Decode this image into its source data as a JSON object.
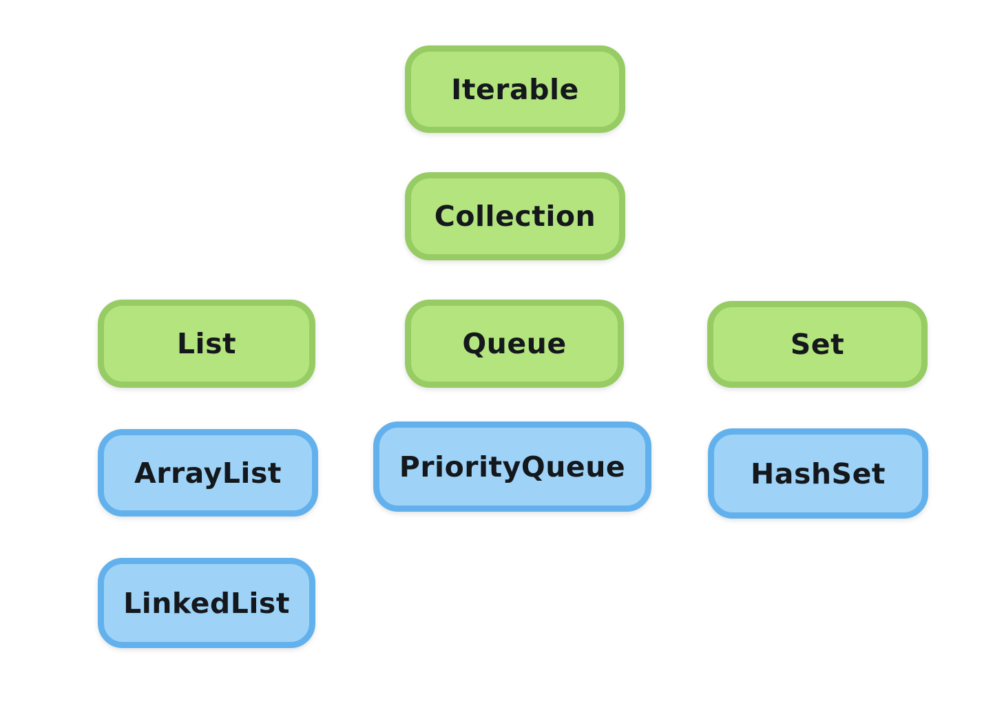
{
  "diagram": {
    "description": "Java collections hierarchy diagram with rounded rectangle nodes on a white background, no connector lines",
    "nodes": [
      {
        "label": "Iterable",
        "kind": "interface",
        "color": "green"
      },
      {
        "label": "Collection",
        "kind": "interface",
        "color": "green"
      },
      {
        "label": "List",
        "kind": "interface",
        "color": "green"
      },
      {
        "label": "Queue",
        "kind": "interface",
        "color": "green"
      },
      {
        "label": "Set",
        "kind": "interface",
        "color": "green"
      },
      {
        "label": "ArrayList",
        "kind": "class",
        "color": "blue"
      },
      {
        "label": "PriorityQueue",
        "kind": "class",
        "color": "blue"
      },
      {
        "label": "HashSet",
        "kind": "class",
        "color": "blue"
      },
      {
        "label": "LinkedList",
        "kind": "class",
        "color": "blue"
      }
    ],
    "colors": {
      "interface_fill": "#b4e47d",
      "interface_border": "#97cb64",
      "class_fill": "#9ed3f7",
      "class_border": "#63b1ec",
      "text_color": "#14181c",
      "background": "#ffffff"
    }
  }
}
